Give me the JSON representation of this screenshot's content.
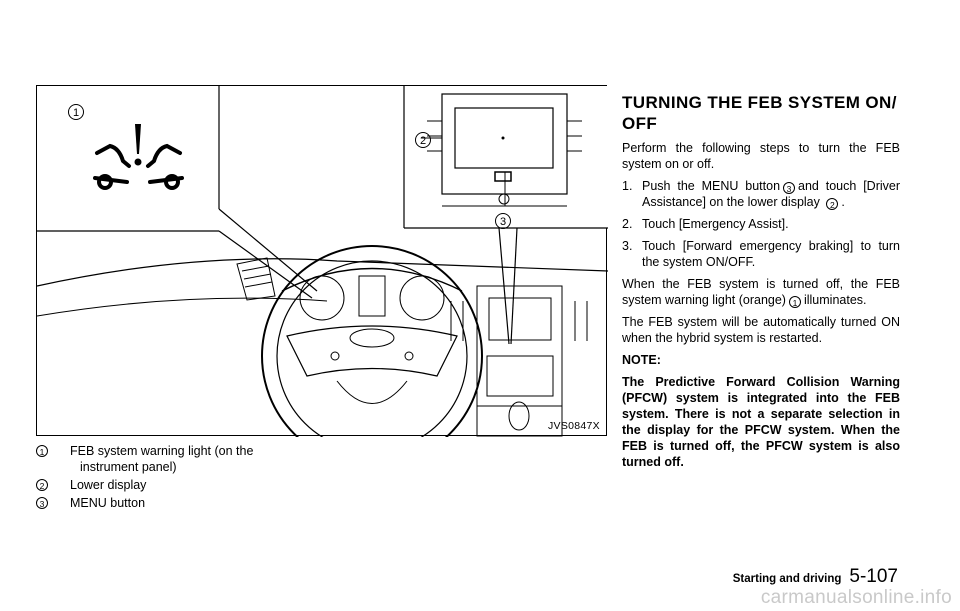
{
  "figure": {
    "code": "JVS0847X",
    "callouts": [
      "1",
      "2",
      "3"
    ]
  },
  "legend": [
    {
      "num": "1",
      "line1": "FEB system warning light (on the",
      "line2": "instrument panel)"
    },
    {
      "num": "2",
      "line1": "Lower display",
      "line2": ""
    },
    {
      "num": "3",
      "line1": "MENU button",
      "line2": ""
    }
  ],
  "section": {
    "heading": "TURNING THE FEB SYSTEM ON/ OFF",
    "intro": "Perform the following steps to turn the FEB system on or off.",
    "step1": {
      "no": "1.",
      "a": "Push the MENU button",
      "num_a": "3",
      "b": "and touch [Driver Assistance] on the lower display",
      "num_b": "2",
      "c": "."
    },
    "step2": {
      "no": "2.",
      "text": "Touch [Emergency Assist]."
    },
    "step3": {
      "no": "3.",
      "text": "Touch [Forward emergency braking] to turn the system ON/OFF."
    },
    "para2": {
      "a": "When the FEB system is turned off, the FEB system warning light (orange)",
      "num": "1",
      "b": "illuminates."
    },
    "para3": "The FEB system will be automatically turned ON when the hybrid system is restarted.",
    "note_label": "NOTE:",
    "note": "The Predictive Forward Collision Warning (PFCW) system is integrated into the FEB system. There is not a separate selection in the display for the PFCW system. When the FEB is turned off, the PFCW system is also turned off."
  },
  "footer": {
    "section": "Starting and driving",
    "page": "5-107"
  },
  "watermark": "carmanualsonline.info"
}
